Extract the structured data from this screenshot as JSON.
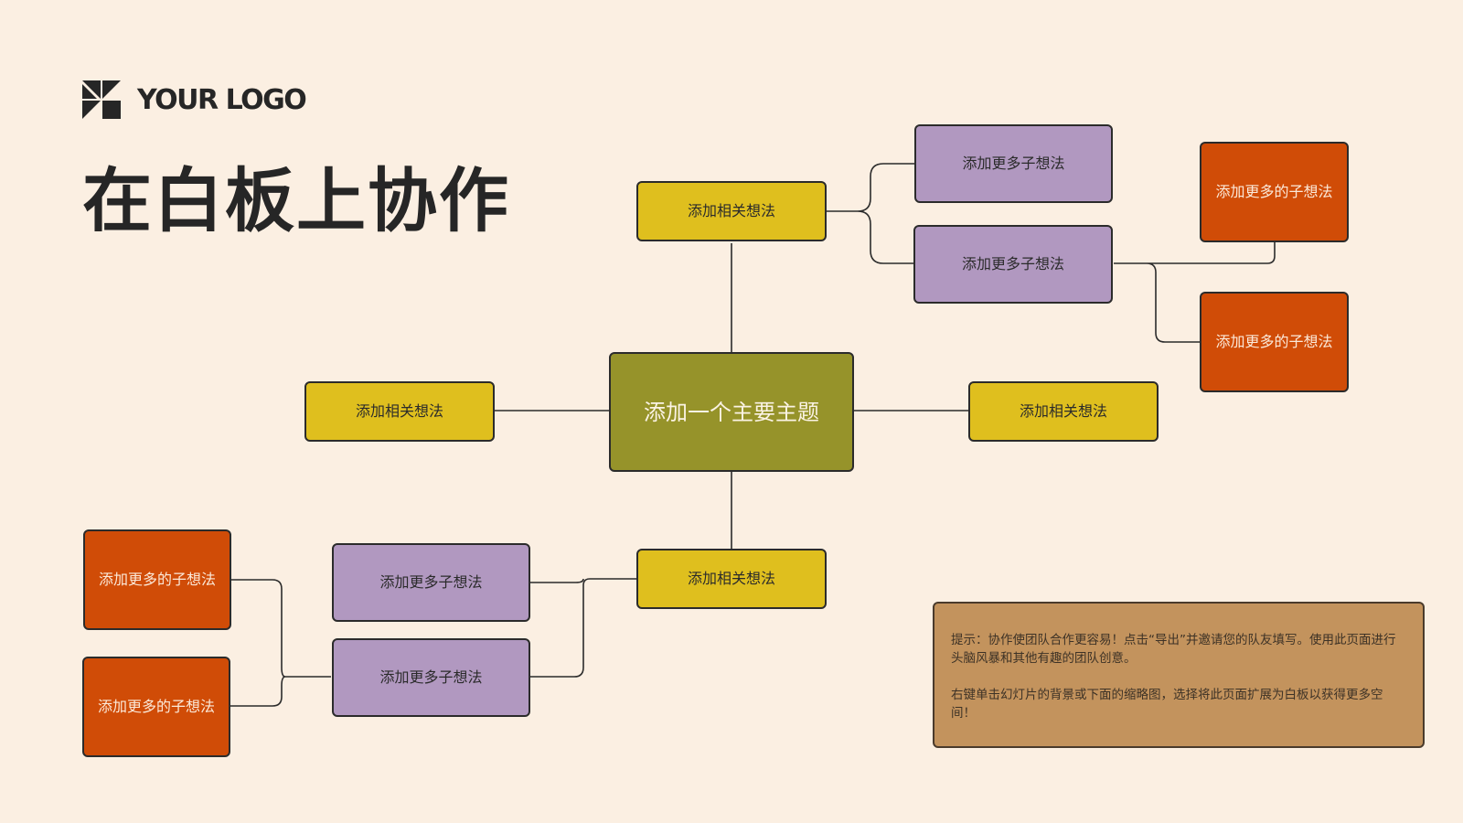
{
  "logo": {
    "text": "YOUR LOGO"
  },
  "title": "在白板上协作",
  "mindmap": {
    "main_topic": "添加一个主要主题",
    "related_top": "添加相关想法",
    "related_left": "添加相关想法",
    "related_right": "添加相关想法",
    "related_bottom": "添加相关想法",
    "sub_top_1": "添加更多子想法",
    "sub_top_2": "添加更多子想法",
    "leaf_top_1": "添加更多的子想法",
    "leaf_top_2": "添加更多的子想法",
    "sub_bottom_1": "添加更多子想法",
    "sub_bottom_2": "添加更多子想法",
    "leaf_bottom_1": "添加更多的子想法",
    "leaf_bottom_2": "添加更多的子想法"
  },
  "hint": {
    "paragraph_1": "提示：协作使团队合作更容易！点击“导出”并邀请您的队友填写。使用此页面进行头脑风暴和其他有趣的团队创意。",
    "paragraph_2": "右键单击幻灯片的背景或下面的缩略图，选择将此页面扩展为白板以获得更多空间！"
  },
  "colors": {
    "background": "#fbefe2",
    "main_topic": "#96932a",
    "related_idea": "#dfbf1e",
    "sub_idea": "#b198c0",
    "leaf_idea": "#d04c07",
    "hint_box": "#c3935d",
    "outline": "#2b2b2b"
  },
  "icons": {
    "logo": "logo-mark-icon"
  }
}
